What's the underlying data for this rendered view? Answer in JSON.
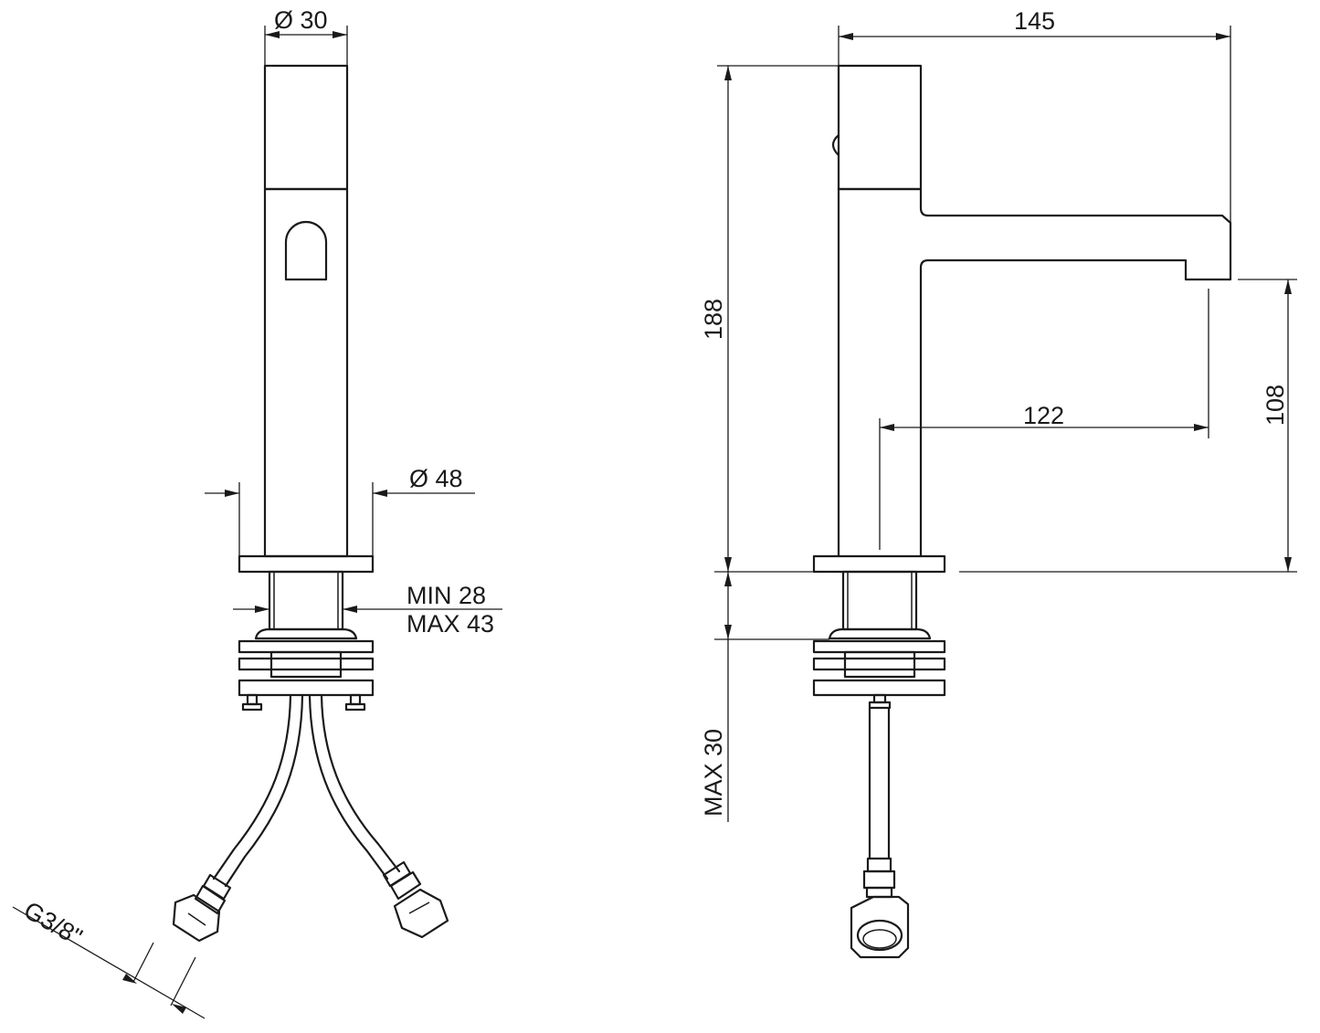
{
  "dimensions": {
    "front_top_diameter": "Ø  30",
    "front_base_diameter": "Ø  48",
    "mount_min": "MIN 28",
    "mount_max": "MAX 43",
    "thread": "G3/8\"",
    "side_spout_length": "145",
    "side_total_height": "188",
    "side_reach": "122",
    "side_spout_height": "108",
    "side_max_deck": "MAX  30"
  },
  "colors": {
    "line": "#1a1a1a",
    "background": "#ffffff"
  }
}
